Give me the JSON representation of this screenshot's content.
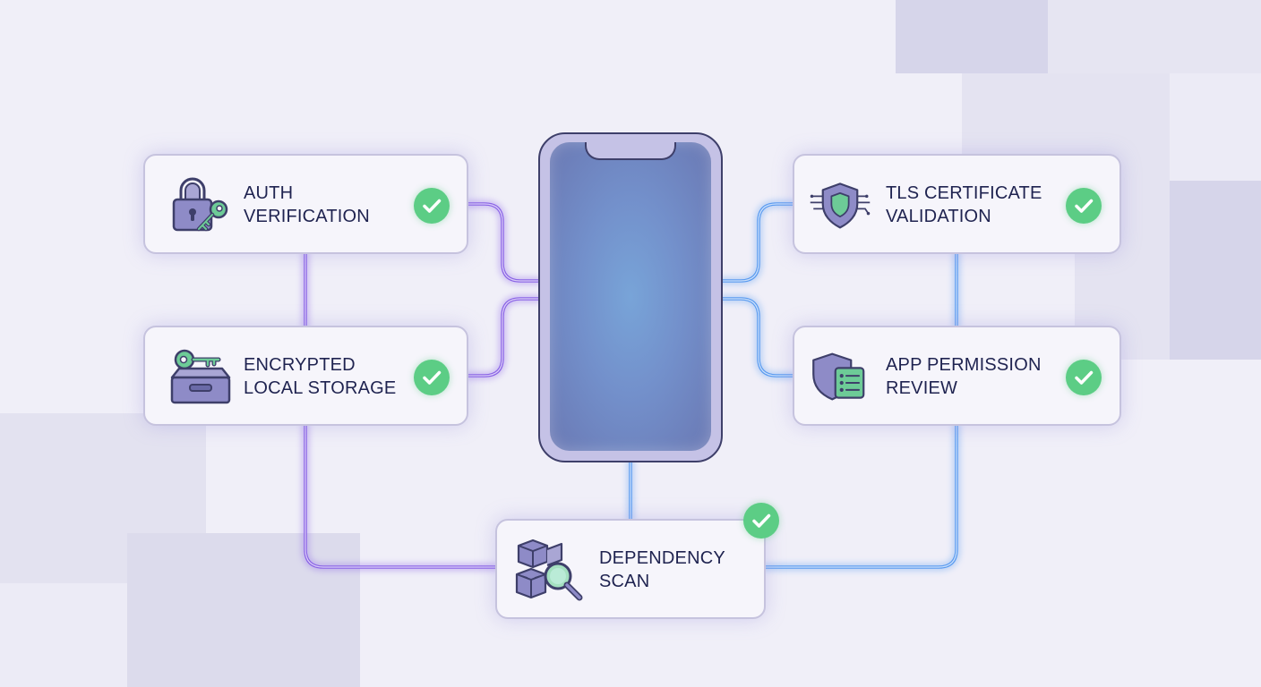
{
  "nodes": {
    "auth": {
      "label": "AUTH VERIFICATION",
      "status": "passed",
      "icon": "lock-key-icon"
    },
    "storage": {
      "label": "ENCRYPTED LOCAL STORAGE",
      "status": "passed",
      "icon": "key-storage-box-icon"
    },
    "tls": {
      "label": "TLS CERTIFICATE VALIDATION",
      "status": "passed",
      "icon": "shield-circuit-icon"
    },
    "permissions": {
      "label": "APP PERMISSION REVIEW",
      "status": "passed",
      "icon": "shield-checklist-icon"
    },
    "dependency": {
      "label": "DEPENDENCY SCAN",
      "status": "passed",
      "icon": "packages-magnifier-icon"
    }
  },
  "center": {
    "device": "smartphone-icon"
  },
  "colors": {
    "background": "#f0eff8",
    "card_border": "#c6c3de",
    "text": "#1f2350",
    "check": "#5ccd85",
    "wire_left": "#8a63e6",
    "wire_right": "#5a9bf0"
  }
}
